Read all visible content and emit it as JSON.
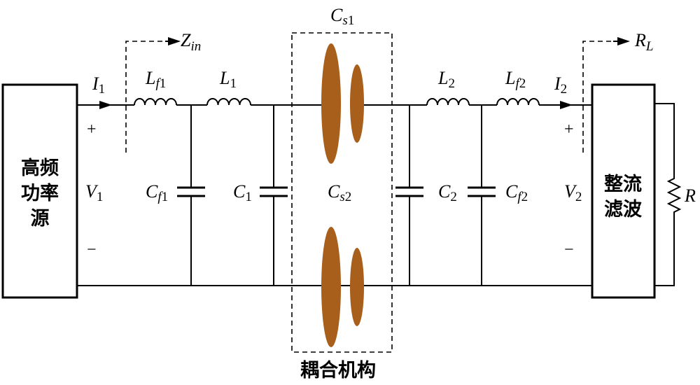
{
  "blocks": {
    "source_line1": "高频",
    "source_line2": "功率",
    "source_line3": "源",
    "rectifier_line1": "整流",
    "rectifier_line2": "滤波",
    "coupler_label": "耦合机构"
  },
  "labels": {
    "I1": {
      "main": "I",
      "sub": "1"
    },
    "I2": {
      "main": "I",
      "sub": "2"
    },
    "V1": {
      "main": "V",
      "sub": "1"
    },
    "V2": {
      "main": "V",
      "sub": "2"
    },
    "Lf1": {
      "main": "L",
      "sub_i": "f",
      "sub_n": "1"
    },
    "L1": {
      "main": "L",
      "sub": "1"
    },
    "L2": {
      "main": "L",
      "sub": "2"
    },
    "Lf2": {
      "main": "L",
      "sub_i": "f",
      "sub_n": "2"
    },
    "Cf1": {
      "main": "C",
      "sub_i": "f",
      "sub_n": "1"
    },
    "C1": {
      "main": "C",
      "sub": "1"
    },
    "Cs1": {
      "main": "C",
      "sub_i": "s",
      "sub_n": "1"
    },
    "Cs2": {
      "main": "C",
      "sub_i": "s",
      "sub_n": "2"
    },
    "C2": {
      "main": "C",
      "sub": "2"
    },
    "Cf2": {
      "main": "C",
      "sub_i": "f",
      "sub_n": "2"
    },
    "Zin": {
      "main": "Z",
      "sub": "in"
    },
    "RL": {
      "main": "R",
      "sub": "L"
    },
    "R": "R",
    "plus": "+",
    "minus": "−"
  },
  "colors": {
    "plate": "#a85f1c",
    "line": "#000000"
  },
  "icons": [
    "inductor-icon",
    "capacitor-icon",
    "resistor-icon",
    "arrow-icon"
  ]
}
